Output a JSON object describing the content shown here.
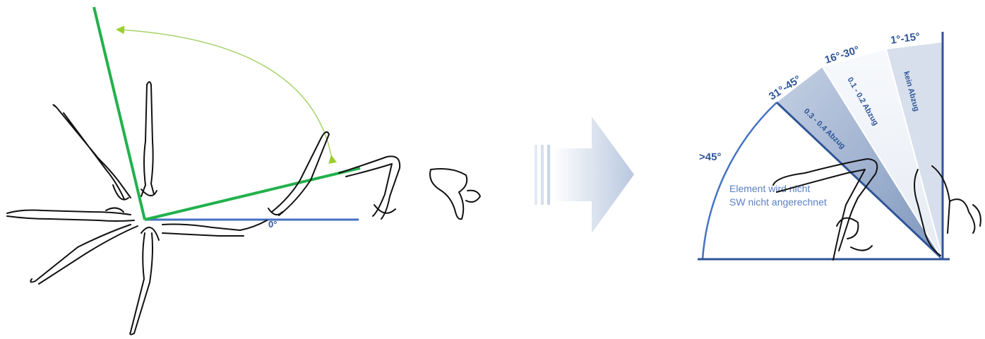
{
  "left_panel": {
    "degree_mark": "0°"
  },
  "right_panel": {
    "sectors": [
      {
        "angle_label": "1°-15°",
        "deduction": "kein Abzug"
      },
      {
        "angle_label": "16°-30°",
        "deduction": "0.1 - 0.2 Abzug"
      },
      {
        "angle_label": "31°-45°",
        "deduction": "0.3 - 0.4 Abzug"
      },
      {
        "angle_label": ">45°",
        "note_line1": "Element wird nicht",
        "note_line2": "SW nicht angerechnet"
      }
    ]
  },
  "colors": {
    "green_line": "#22b14c",
    "blue_line": "#4472c4",
    "label_blue": "#2f5597",
    "arrow_green": "#9acd32",
    "sector_dark": "#9fb2cf",
    "sector_mid": "#e6ecf5",
    "sector_light": "#d7dfec"
  },
  "icons": [
    "gymnast-figure",
    "big-arrow-right",
    "curved-arrow"
  ]
}
